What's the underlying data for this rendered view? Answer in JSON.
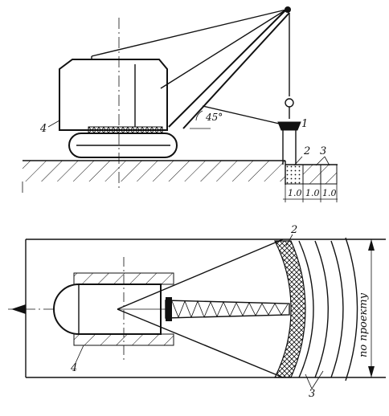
{
  "side_view": {
    "labels": {
      "item_1": "1",
      "item_2": "2",
      "item_3": "3",
      "item_4": "4",
      "boom_angle": "45°"
    },
    "dimensions": [
      "1.0",
      "1.0",
      "1.0"
    ]
  },
  "plan_view": {
    "labels": {
      "item_2": "2",
      "item_3": "3",
      "item_4": "4",
      "width_note": "по проекту"
    }
  }
}
